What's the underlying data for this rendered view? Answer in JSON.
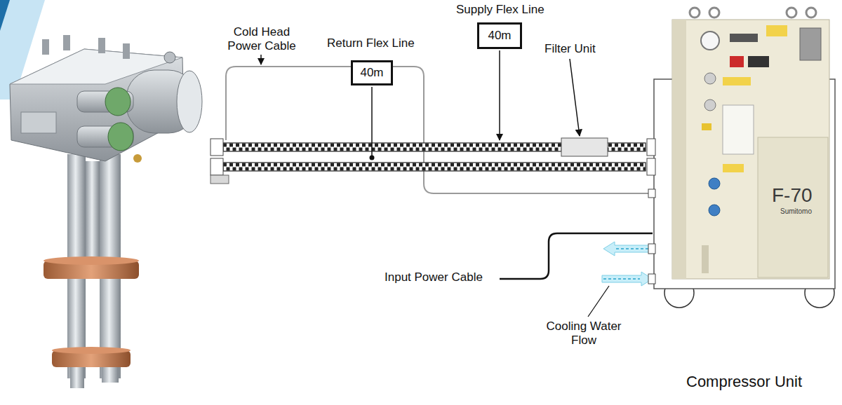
{
  "diagram": {
    "nodes": [
      {
        "text": [
          "40m"
        ]
      },
      {
        "text": [
          "40m"
        ]
      }
    ],
    "labels": [
      "Supply Flex Line",
      "Cold Head Power Cable",
      "Return Flex Line",
      "Filter Unit",
      "F-70",
      "Sumitomo",
      "Input Power Cable",
      "Cooling Water Flow",
      "Compressor Unit"
    ]
  }
}
